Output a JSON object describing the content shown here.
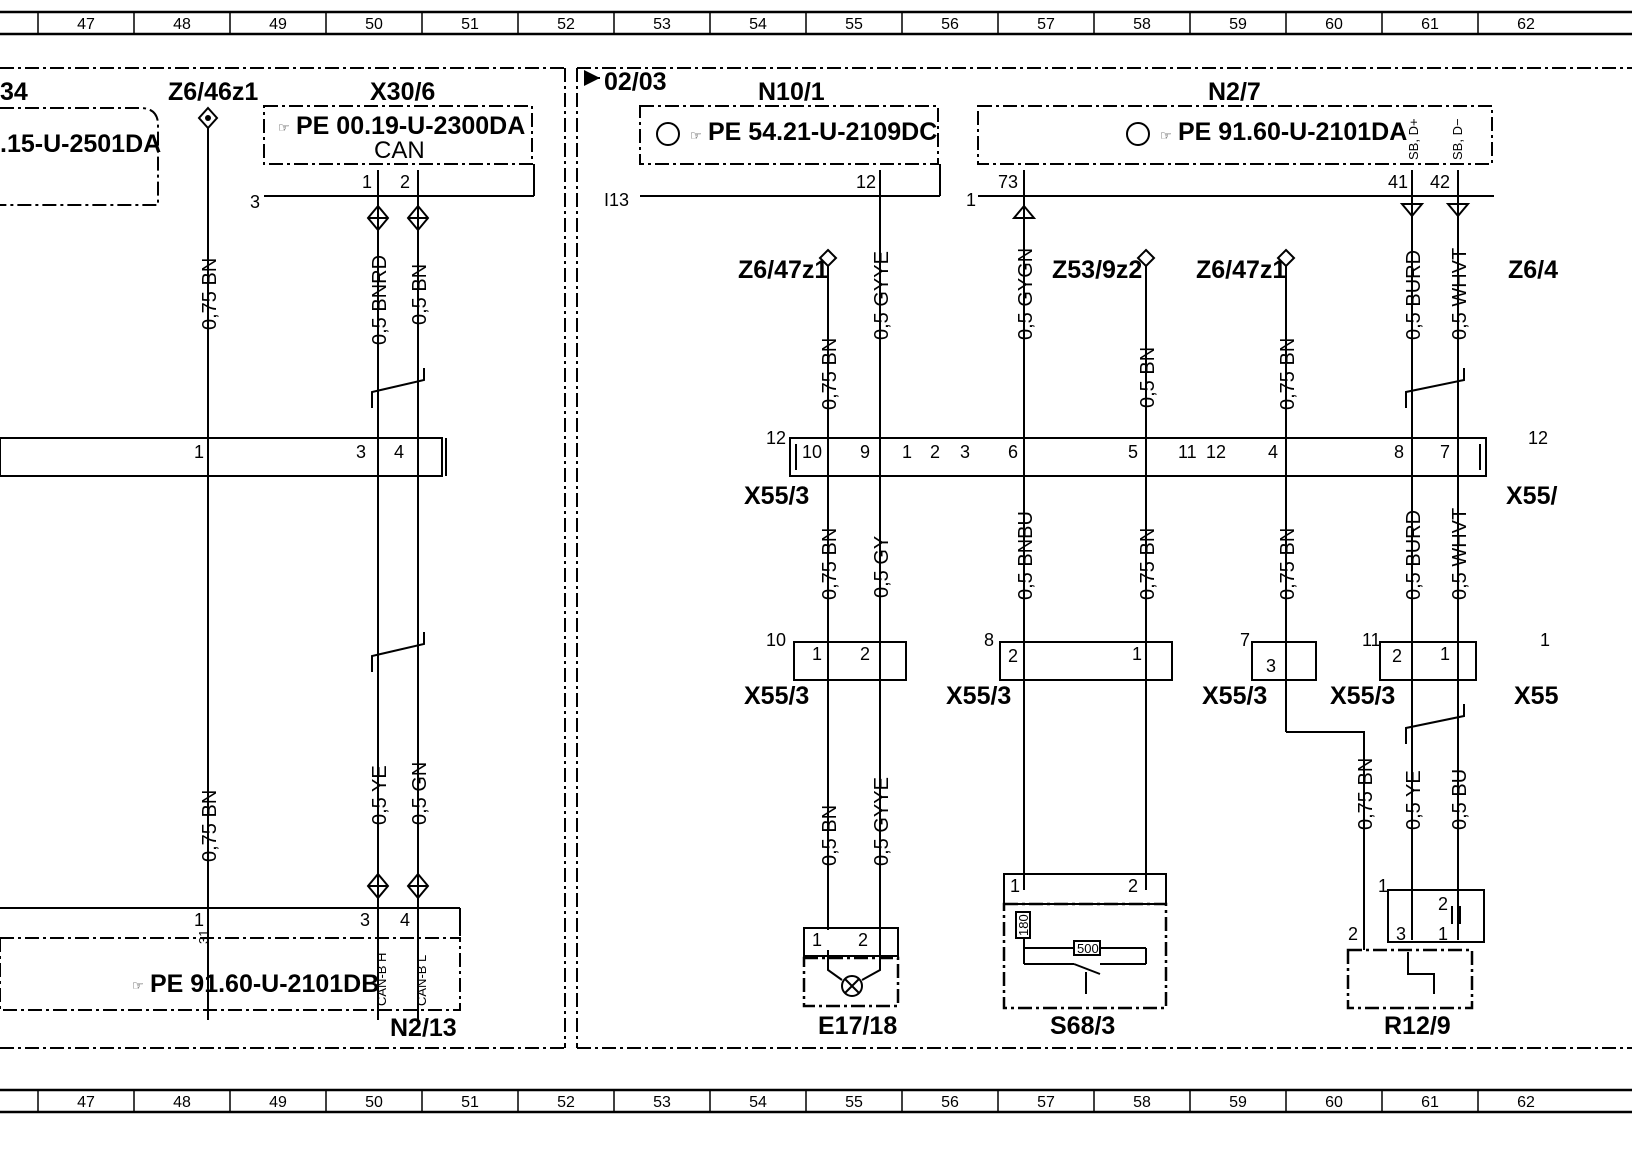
{
  "grid": {
    "numbers": [
      "47",
      "48",
      "49",
      "50",
      "51",
      "52",
      "53",
      "54",
      "55",
      "56",
      "57",
      "58",
      "59",
      "60",
      "61",
      "62"
    ]
  },
  "left": {
    "cut_label": "34",
    "cut_ref": ".15-U-2501DA",
    "z6_46": "Z6/46z1",
    "x30_6": "X30/6",
    "x30_6_ref": "PE 00.19-U-2300DA",
    "can": "CAN",
    "pin_3": "3",
    "pin_1": "1",
    "pin_2": "2",
    "n2_13_ref": "PE 91.60-U-2101DB",
    "n2_13": "N2/13",
    "can_h": "CAN-B H",
    "can_l": "CAN-B L",
    "pin_31": "31"
  },
  "right": {
    "link": "02/03",
    "n10_1": "N10/1",
    "n10_1_ref": "PE 54.21-U-2109DC",
    "n2_7": "N2/7",
    "n2_7_ref": "PE 91.60-U-2101DA",
    "n113": "I13",
    "pin_73": "73",
    "pin_41": "41",
    "pin_42": "42",
    "sb_p": "SB, D+",
    "sb_m": "SB, D−",
    "z6_47a": "Z6/47z1",
    "z53_9": "Z53/9z2",
    "z6_47b": "Z6/47z1",
    "z6_cut": "Z6/4",
    "x55_3": "X55/3",
    "x55_cut": "X55/",
    "x55_cut2": "X55",
    "e17_18": "E17/18",
    "s68_3": "S68/3",
    "r12_9": "R12/9",
    "r500": "500",
    "r180": "180"
  },
  "wires": {
    "bn075": "0,75 BN",
    "bnrd05": "0,5 BNRD",
    "bn05": "0,5 BN",
    "ye05": "0,5 YE",
    "gn05": "0,5 GN",
    "gyye05": "0,5 GYYE",
    "gygn05": "0,5 GYGN",
    "burd05": "0,5 BURD",
    "whvt05": "0,5 WHVT",
    "gy05": "0,5 GY",
    "bnbu05": "0,5 BNBU",
    "bu05": "0,5 BU"
  }
}
